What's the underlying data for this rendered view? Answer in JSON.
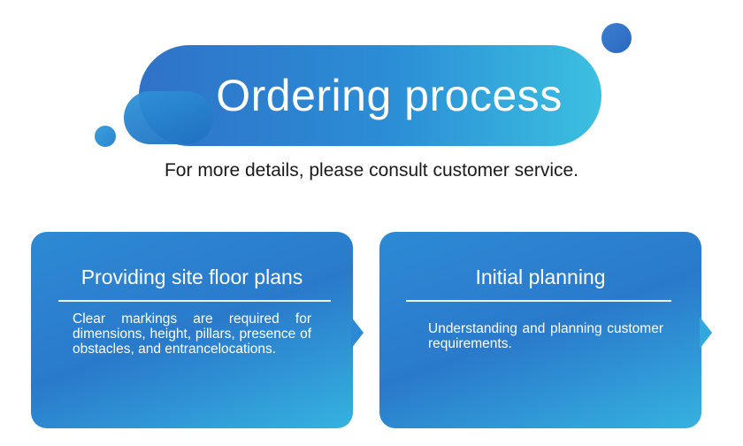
{
  "header": {
    "title": "Ordering process",
    "subtitle": "For more details, please consult customer service."
  },
  "steps": [
    {
      "heading": "Providing site floor plans",
      "body": "Clear markings are required for dimensions, height, pillars, presence of obstacles, and entrancelocations."
    },
    {
      "heading": "Initial planning",
      "body": "Understanding and planning customer requirements."
    }
  ],
  "colors": {
    "gradient_start": "#2f72c8",
    "gradient_end": "#3cc0e0",
    "text_dark": "#1a1a1a",
    "text_light": "#ffffff"
  }
}
